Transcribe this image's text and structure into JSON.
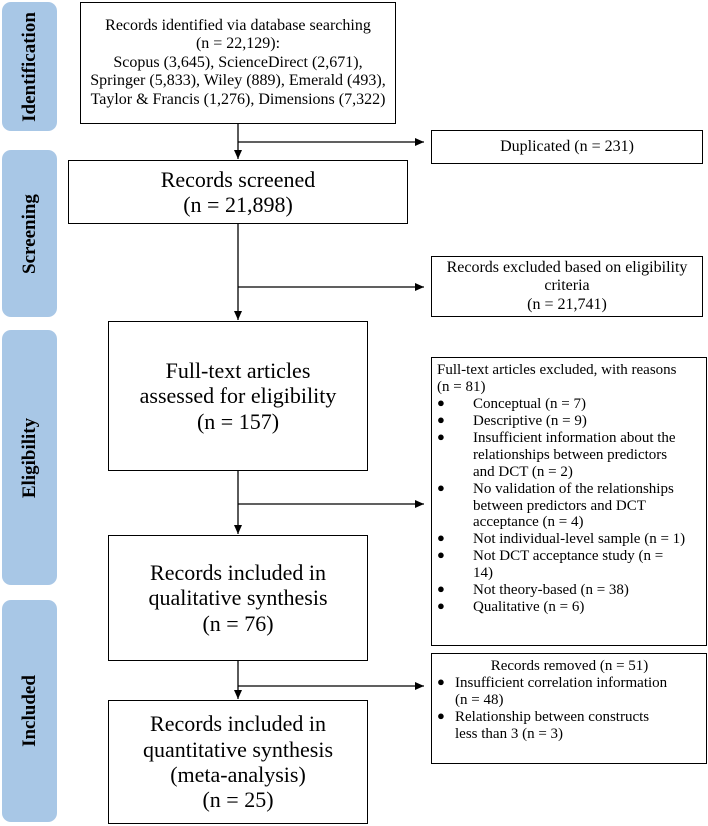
{
  "phases": [
    {
      "label": "Identification"
    },
    {
      "label": "Screening"
    },
    {
      "label": "Eligibility"
    },
    {
      "label": "Included"
    }
  ],
  "identification": {
    "line1": "Records identified via database searching",
    "line2": "(n = 22,129):",
    "line3": "Scopus (3,645), ScienceDirect (2,671),",
    "line4": "Springer (5,833), Wiley (889), Emerald (493),",
    "line5": "Taylor & Francis (1,276), Dimensions (7,322)"
  },
  "duplicated": {
    "text": "Duplicated (n = 231)"
  },
  "screened": {
    "line1": "Records screened",
    "line2": "(n = 21,898)"
  },
  "excluded_eligibility": {
    "line1": "Records excluded based on eligibility",
    "line2": "criteria",
    "line3": "(n = 21,741)"
  },
  "fulltext": {
    "line1": "Full-text articles",
    "line2": "assessed for eligibility",
    "line3": "(n = 157)"
  },
  "fulltext_excluded": {
    "header1": "Full-text articles excluded, with reasons",
    "header2": "(n = 81)",
    "bullet": "●",
    "items": [
      {
        "l1": "Conceptual (n = 7)"
      },
      {
        "l1": "Descriptive (n = 9)"
      },
      {
        "l1": "Insufficient information about the",
        "l2": "relationships between predictors",
        "l3": "and DCT (n = 2)"
      },
      {
        "l1": "No validation of the relationships",
        "l2": "between predictors and DCT",
        "l3": "acceptance (n = 4)"
      },
      {
        "l1": "Not individual-level sample (n = 1)"
      },
      {
        "l1": "Not DCT acceptance study (n =",
        "l2": "14)"
      },
      {
        "l1": "Not theory-based (n = 38)"
      },
      {
        "l1": "Qualitative (n = 6)"
      }
    ]
  },
  "qualitative": {
    "line1": "Records included in",
    "line2": "qualitative synthesis",
    "line3": "(n = 76)"
  },
  "removed": {
    "header": "Records removed (n = 51)",
    "items": [
      {
        "l1": "Insufficient correlation information",
        "l2": "(n = 48)"
      },
      {
        "l1": "Relationship between constructs",
        "l2": "less than 3 (n = 3)"
      }
    ]
  },
  "quantitative": {
    "line1": "Records included in",
    "line2": "quantitative synthesis",
    "line3": "(meta-analysis)",
    "line4": "(n = 25)"
  }
}
